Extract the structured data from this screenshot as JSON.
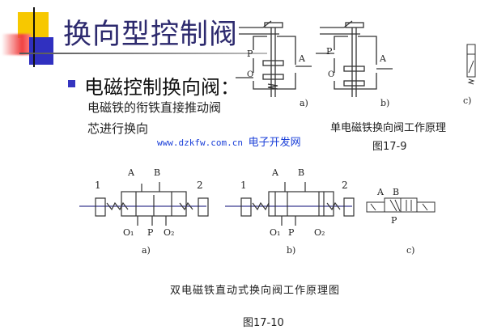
{
  "title": "换向型控制阀",
  "bullet": {
    "heading": "电磁控制换向阀：",
    "description_lines": [
      "电磁铁的衔铁直接推动阀",
      "芯进行换向"
    ]
  },
  "watermark": {
    "url": "www.dzkfw.com.cn",
    "site": "电子开发网"
  },
  "figure_17_9": {
    "labels": {
      "p": "P",
      "o": "O",
      "a": "A"
    },
    "sub_labels": [
      "a)",
      "b)",
      "c)"
    ],
    "caption": "单电磁铁换向阀工作原理",
    "number": "图17-9"
  },
  "figure_17_10": {
    "labels": {
      "a": "A",
      "b": "B",
      "p": "P",
      "o1": "O₁",
      "o2": "O₂",
      "one": "1",
      "two": "2"
    },
    "sub_labels": [
      "a)",
      "b)",
      "c)"
    ],
    "caption": "双电磁铁直动式换向阀工作原理图",
    "number": "图17-10"
  }
}
